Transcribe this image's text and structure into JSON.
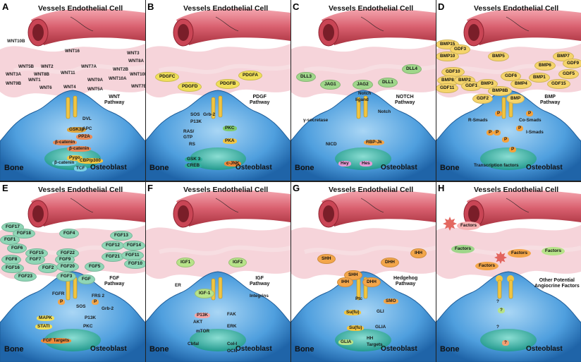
{
  "figure": {
    "vessel_label": "Vessels Endothelial Cell",
    "bone_label": "Bone",
    "osteoblast_label": "Osteoblast"
  },
  "panels": [
    {
      "letter": "A",
      "pathway": [
        "WNT",
        "Pathway"
      ],
      "factors": [
        "WNT10B",
        "WNT16",
        "WNT3",
        "WNT8A",
        "WNT5B",
        "WNT2",
        "WNT7A",
        "WNT3A",
        "WNT8B",
        "WNT11",
        "WNT2B",
        "WNT1",
        "WNT10A",
        "WNT10B",
        "WNT9B",
        "WNT6",
        "WNT4",
        "WNT9A",
        "WNT5A",
        "WNT7B"
      ],
      "inner": [
        "DVL",
        "GSK3β",
        "APC",
        "PP2A",
        "β-catenin",
        "β-catenin",
        "Pygo",
        "CBP/p300",
        "TCF",
        "β-catenin"
      ]
    },
    {
      "letter": "B",
      "pathway": [
        "PDGF",
        "Pathway"
      ],
      "factors": [
        "PDGFC",
        "PDGFA",
        "PDGFD",
        "PDGFB"
      ],
      "inner": [
        "SOS",
        "Grb-2",
        "P13K",
        "PKC",
        "RAS/",
        "GTP",
        "RS",
        "PKA",
        "GSK 3",
        "CREB",
        "c-JNK"
      ]
    },
    {
      "letter": "C",
      "pathway": [
        "NOTCH",
        "Pathway"
      ],
      "factors": [
        "DLL4",
        "DLL3",
        "JAG1",
        "JAG2",
        "DLL1"
      ],
      "inner": [
        "Notch",
        "ligand",
        "Notch",
        "γ-secretase",
        "NICD",
        "RBP-Jk",
        "Hey",
        "Hes"
      ]
    },
    {
      "letter": "D",
      "pathway": [
        "BMP",
        "Pathway"
      ],
      "factors": [
        "BMP15",
        "GDF3",
        "BMP10",
        "BMP5",
        "BMP7",
        "BMP6",
        "GDF9",
        "GDF10",
        "GDF5",
        "BMP8A",
        "BMP2",
        "GDF6",
        "BMP1",
        "GDF11",
        "GDF1",
        "BMP3",
        "BMP4",
        "GDF15",
        "BMP8B",
        "GDF2",
        "BMP"
      ],
      "inner": [
        "P",
        "P",
        "R-Smads",
        "Co-Smads",
        "P",
        "I-Smads",
        "P",
        "P",
        "P",
        "P",
        "Transcription factors"
      ]
    },
    {
      "letter": "E",
      "pathway": [
        "FGF",
        "Pathway"
      ],
      "factors": [
        "FGF17",
        "FGF18",
        "FGF1",
        "FGF4",
        "FGF13",
        "FGF6",
        "FGF12",
        "FGF14",
        "FGF15",
        "FGF22",
        "FGF8",
        "FGF7",
        "FGF9",
        "FGF21",
        "FGF11",
        "FGF16",
        "FGF2",
        "FGF20",
        "FGF5",
        "FGF10",
        "FGF23",
        "FGF3",
        "FGF"
      ],
      "inner": [
        "FGFR",
        "P",
        "P",
        "FRS 2",
        "SOS",
        "Grb-2",
        "MAPK",
        "P13K",
        "STATI",
        "PKC",
        "FGF Targets"
      ]
    },
    {
      "letter": "F",
      "pathway": [
        "IGF",
        "Pathway"
      ],
      "factors": [
        "IGF1",
        "IGF2",
        "IGF-1"
      ],
      "inner": [
        "ER",
        "Integrins",
        "P13K",
        "FAK",
        "AKT",
        "ERK",
        "mTOR",
        "Cbfal",
        "Col-I",
        "OCN"
      ]
    },
    {
      "letter": "G",
      "pathway": [
        "Hedgehog",
        "Pathway"
      ],
      "factors": [
        "SHH",
        "IHH",
        "DHH",
        "SHH",
        "IHH",
        "DHH"
      ],
      "inner": [
        "SMO",
        "Ptc",
        "Su(fu)",
        "GLI",
        "Su(fu)",
        "GLIA",
        "GLIA",
        "HH",
        "Targets"
      ]
    },
    {
      "letter": "H",
      "pathway": [
        "Other Potential",
        "Angiocrine Factors"
      ],
      "factors": [
        "Factors",
        "Factors",
        "Factors",
        "Factors",
        "Factors"
      ],
      "inner": [
        "?",
        "?",
        "?",
        "?"
      ]
    }
  ],
  "colors": {
    "vessel": "#d9606f",
    "cloud": "#f2c7cf",
    "cell": "#3f8fd0",
    "nucleus": "#2fae9c",
    "factor_yellow": "#f0df5a",
    "factor_green": "#9fd68a",
    "factor_orange": "#f3a64a",
    "factor_purple": "#d8c6e6"
  }
}
